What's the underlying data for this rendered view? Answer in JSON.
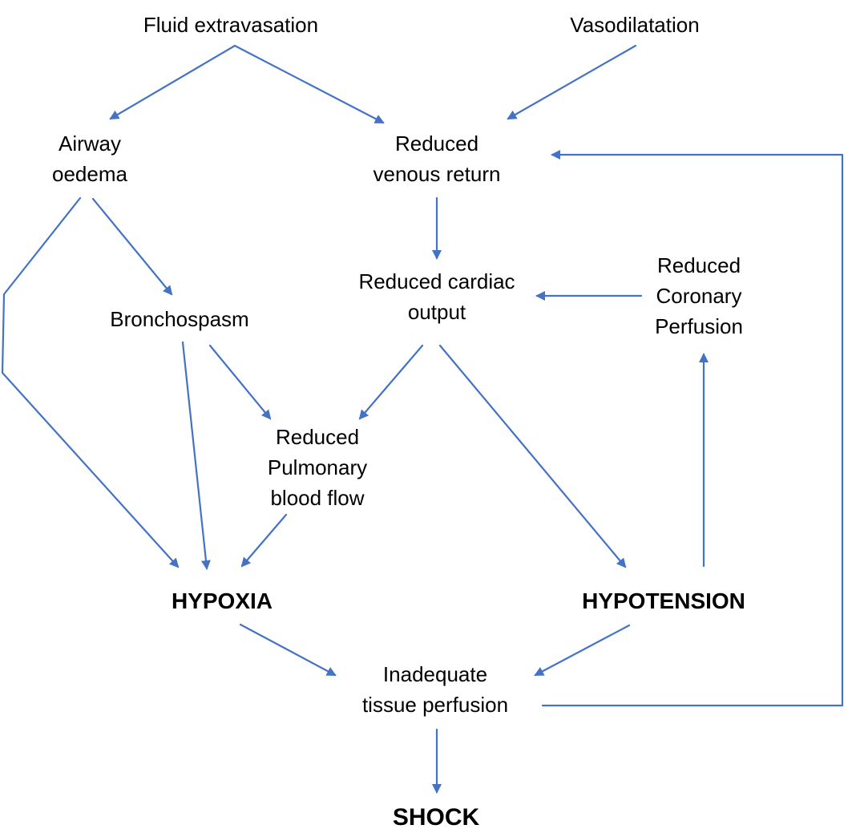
{
  "colors": {
    "arrow": "#4472C4",
    "text": "#000000",
    "background": "#ffffff"
  },
  "nodes": {
    "fluid_extravasation": {
      "lines": [
        "Fluid extravasation"
      ]
    },
    "vasodilatation": {
      "lines": [
        "Vasodilatation"
      ]
    },
    "airway_oedema": {
      "lines": [
        "Airway",
        "oedema"
      ]
    },
    "reduced_venous_return": {
      "lines": [
        "Reduced",
        "venous return"
      ]
    },
    "bronchospasm": {
      "lines": [
        "Bronchospasm"
      ]
    },
    "reduced_cardiac_output": {
      "lines": [
        "Reduced cardiac",
        "output"
      ]
    },
    "reduced_coronary_perfusion": {
      "lines": [
        "Reduced",
        "Coronary",
        "Perfusion"
      ]
    },
    "reduced_pulmonary_blood_flow": {
      "lines": [
        "Reduced",
        "Pulmonary",
        "blood flow"
      ]
    },
    "hypoxia": {
      "lines": [
        "HYPOXIA"
      ]
    },
    "hypotension": {
      "lines": [
        "HYPOTENSION"
      ]
    },
    "inadequate_tissue_perfusion": {
      "lines": [
        "Inadequate",
        "tissue perfusion"
      ]
    },
    "shock": {
      "lines": [
        "SHOCK"
      ]
    }
  },
  "edges": [
    {
      "from": "fluid_extravasation",
      "to": "airway_oedema"
    },
    {
      "from": "fluid_extravasation",
      "to": "reduced_venous_return"
    },
    {
      "from": "vasodilatation",
      "to": "reduced_venous_return"
    },
    {
      "from": "airway_oedema",
      "to": "bronchospasm"
    },
    {
      "from": "airway_oedema",
      "to": "hypoxia"
    },
    {
      "from": "reduced_venous_return",
      "to": "reduced_cardiac_output"
    },
    {
      "from": "reduced_coronary_perfusion",
      "to": "reduced_cardiac_output"
    },
    {
      "from": "bronchospasm",
      "to": "hypoxia"
    },
    {
      "from": "bronchospasm",
      "to": "reduced_pulmonary_blood_flow"
    },
    {
      "from": "reduced_cardiac_output",
      "to": "reduced_pulmonary_blood_flow"
    },
    {
      "from": "reduced_cardiac_output",
      "to": "hypotension"
    },
    {
      "from": "reduced_pulmonary_blood_flow",
      "to": "hypoxia"
    },
    {
      "from": "hypotension",
      "to": "reduced_coronary_perfusion"
    },
    {
      "from": "hypoxia",
      "to": "inadequate_tissue_perfusion"
    },
    {
      "from": "hypotension",
      "to": "inadequate_tissue_perfusion"
    },
    {
      "from": "inadequate_tissue_perfusion",
      "to": "reduced_venous_return"
    },
    {
      "from": "inadequate_tissue_perfusion",
      "to": "shock"
    }
  ]
}
